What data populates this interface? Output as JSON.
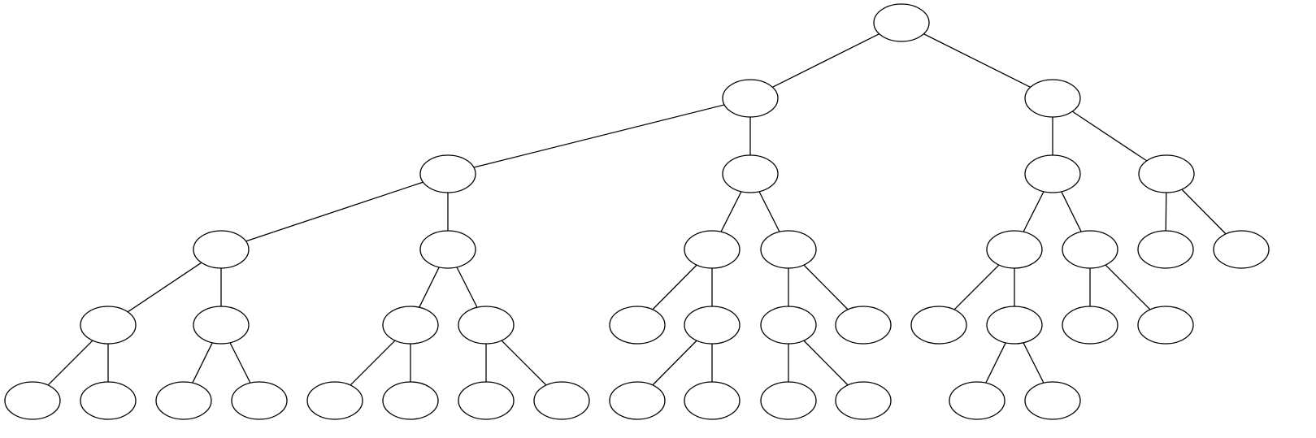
{
  "diagram": {
    "type": "tree",
    "node_labels_visible": false,
    "stroke_color": "#000000",
    "fill_color": "#ffffff",
    "nodes": [
      {
        "id": "n0",
        "parent": null
      },
      {
        "id": "n1",
        "parent": "n0"
      },
      {
        "id": "n2",
        "parent": "n0"
      },
      {
        "id": "n3",
        "parent": "n1"
      },
      {
        "id": "n4",
        "parent": "n1"
      },
      {
        "id": "n5",
        "parent": "n2"
      },
      {
        "id": "n6",
        "parent": "n2"
      },
      {
        "id": "n7",
        "parent": "n3"
      },
      {
        "id": "n8",
        "parent": "n3"
      },
      {
        "id": "n9",
        "parent": "n4"
      },
      {
        "id": "n10",
        "parent": "n4"
      },
      {
        "id": "n11",
        "parent": "n5"
      },
      {
        "id": "n12",
        "parent": "n5"
      },
      {
        "id": "n13",
        "parent": "n6"
      },
      {
        "id": "n14",
        "parent": "n6"
      },
      {
        "id": "n15",
        "parent": "n7"
      },
      {
        "id": "n16",
        "parent": "n7"
      },
      {
        "id": "n17",
        "parent": "n8"
      },
      {
        "id": "n18",
        "parent": "n8"
      },
      {
        "id": "n19",
        "parent": "n9"
      },
      {
        "id": "n20",
        "parent": "n9"
      },
      {
        "id": "n21",
        "parent": "n10"
      },
      {
        "id": "n22",
        "parent": "n10"
      },
      {
        "id": "n23",
        "parent": "n11"
      },
      {
        "id": "n24",
        "parent": "n11"
      },
      {
        "id": "n25",
        "parent": "n12"
      },
      {
        "id": "n26",
        "parent": "n12"
      },
      {
        "id": "n27",
        "parent": "n15"
      },
      {
        "id": "n28",
        "parent": "n15"
      },
      {
        "id": "n29",
        "parent": "n16"
      },
      {
        "id": "n30",
        "parent": "n16"
      },
      {
        "id": "n31",
        "parent": "n19"
      },
      {
        "id": "n32",
        "parent": "n19"
      },
      {
        "id": "n33",
        "parent": "n20"
      },
      {
        "id": "n34",
        "parent": "n20"
      },
      {
        "id": "n35",
        "parent": "n24"
      },
      {
        "id": "n36",
        "parent": "n24"
      },
      {
        "id": "n37",
        "parent": "n25"
      },
      {
        "id": "n38",
        "parent": "n25"
      },
      {
        "id": "n39",
        "parent": "n26"
      },
      {
        "id": "n40",
        "parent": "n26"
      },
      {
        "id": "n41",
        "parent": "n12"
      }
    ]
  }
}
